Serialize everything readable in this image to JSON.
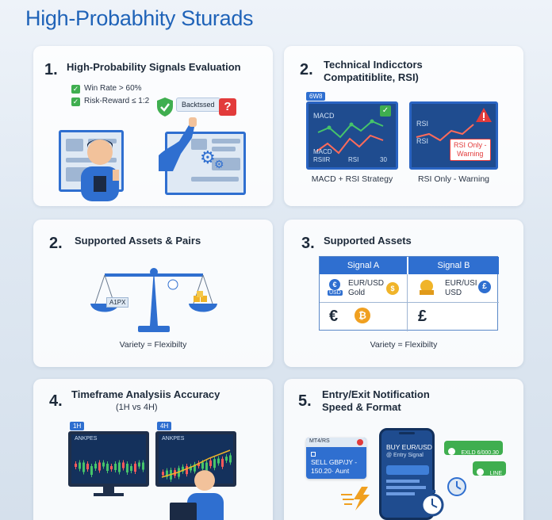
{
  "page": {
    "title": "High-Probabhity Sturads"
  },
  "card1": {
    "number": "1.",
    "heading": "High-Probability Signals Evaluation",
    "criteria": [
      "Win Rate > 60%",
      "Risk-Reward ≤ 1:2"
    ],
    "badge": "Backtssed",
    "question_mark": "?"
  },
  "card2": {
    "number": "2.",
    "heading_line1": "Technical Indicctors",
    "heading_line2": "Compatitiblite, RSI)",
    "tag": "6W8",
    "chart1": {
      "label_top": "MACD",
      "label_bottom1": "MACD",
      "label_bottom2": "RSIIR",
      "label_bottom3": "RSI",
      "label_bottom4": "30",
      "caption": "MACD + RSI Strategy"
    },
    "chart2": {
      "label_top": "RSI",
      "label_bottom": "RSI",
      "warning_line1": "RSI Only -",
      "warning_line2": "Warning",
      "caption": "RSI Only - Warning"
    }
  },
  "card3": {
    "number": "2.",
    "heading": "Supported Assets & Pairs",
    "scale_tag": "A1PX",
    "caption": "Variety = Flexibilty"
  },
  "card4": {
    "number": "3.",
    "heading": "Supported Assets",
    "col_a": "Signal A",
    "col_b": "Signal B",
    "a_pair": "EUR/USD",
    "a_asset": "Gold",
    "a_badge": "USD",
    "b_pair": "EUR/USI",
    "b_asset": "USD",
    "symbol_euro": "€",
    "symbol_bitcoin": "₿",
    "symbol_pound": "£",
    "caption": "Variety = Flexibilty"
  },
  "card5": {
    "number": "4.",
    "heading": "Timeframe Analysiis Accuracy",
    "subheading": "(1H vs 4H)",
    "tag1": "1H",
    "tag2": "4H",
    "mon1_label": "ANKPES",
    "mon2_label": "ANKPES"
  },
  "card6": {
    "number": "5.",
    "heading_line1": "Entry/Exit Notification",
    "heading_line2": "Speed & Format",
    "popup_title": "MT4/RS",
    "popup_line1": "SELL GBP/JY -",
    "popup_line2": "150.20· Aunt",
    "phone_line1": "BUY EUR/USD",
    "phone_line2": "@ Entry Signal",
    "bubble1": "EXLD 6/000.30",
    "bubble2": "LINE"
  },
  "colors": {
    "accent": "#2f6fd0",
    "title": "#1f63b8",
    "warning": "#e23b3b",
    "success": "#3fae4f"
  }
}
